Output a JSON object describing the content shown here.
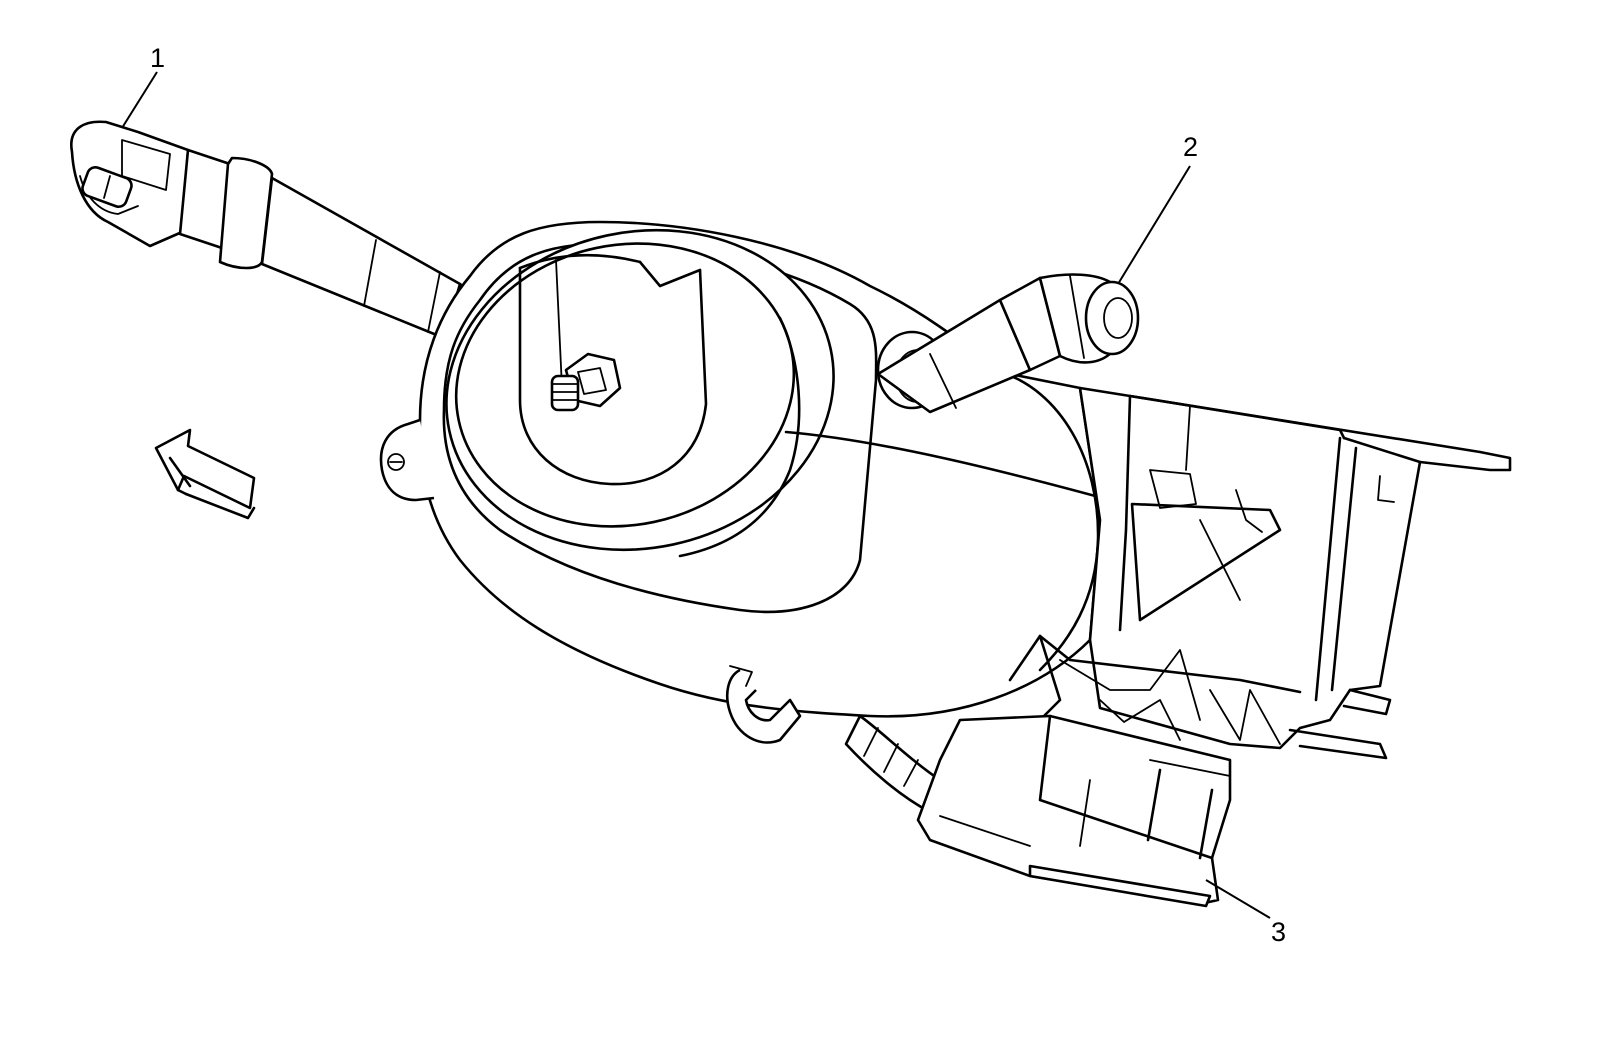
{
  "callouts": [
    {
      "id": "1",
      "label": "1"
    },
    {
      "id": "2",
      "label": "2"
    },
    {
      "id": "3",
      "label": "3"
    }
  ],
  "icons": {
    "direction_arrow": "arrow-pointing-up-left-icon",
    "connector_clip": "hook-clip-icon"
  },
  "colors": {
    "line": "#000000",
    "background": "#ffffff"
  }
}
